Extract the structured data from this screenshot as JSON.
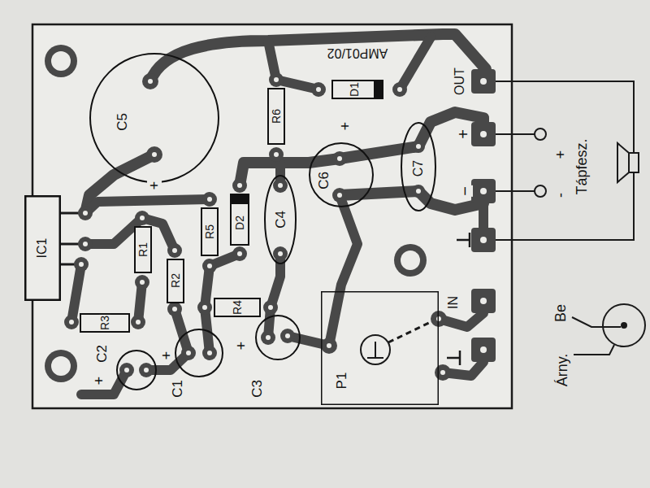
{
  "diagram": {
    "nodes": [
      {
        "text": [
          "C5",
          "+"
        ]
      },
      {
        "text": [
          "IC1"
        ]
      },
      {
        "text": [
          "R1"
        ]
      },
      {
        "text": [
          "R2"
        ]
      },
      {
        "text": [
          "R3"
        ]
      },
      {
        "text": [
          "R4"
        ]
      },
      {
        "text": [
          "R5"
        ]
      },
      {
        "text": [
          "R6"
        ]
      },
      {
        "text": [
          "D1"
        ]
      },
      {
        "text": [
          "D2"
        ]
      },
      {
        "text": [
          "C4"
        ]
      },
      {
        "text": [
          "C6",
          "+"
        ]
      },
      {
        "text": [
          "C7"
        ]
      },
      {
        "text": [
          "C1",
          "+"
        ]
      },
      {
        "text": [
          "C2",
          "+"
        ]
      },
      {
        "text": [
          "C3",
          "+"
        ]
      },
      {
        "text": [
          "P1"
        ]
      }
    ],
    "labels": [
      "AMP01/02",
      "OUT",
      "+",
      "−",
      "IN",
      "+",
      "Tápfesz.",
      "-",
      "Be",
      "Árny."
    ]
  }
}
